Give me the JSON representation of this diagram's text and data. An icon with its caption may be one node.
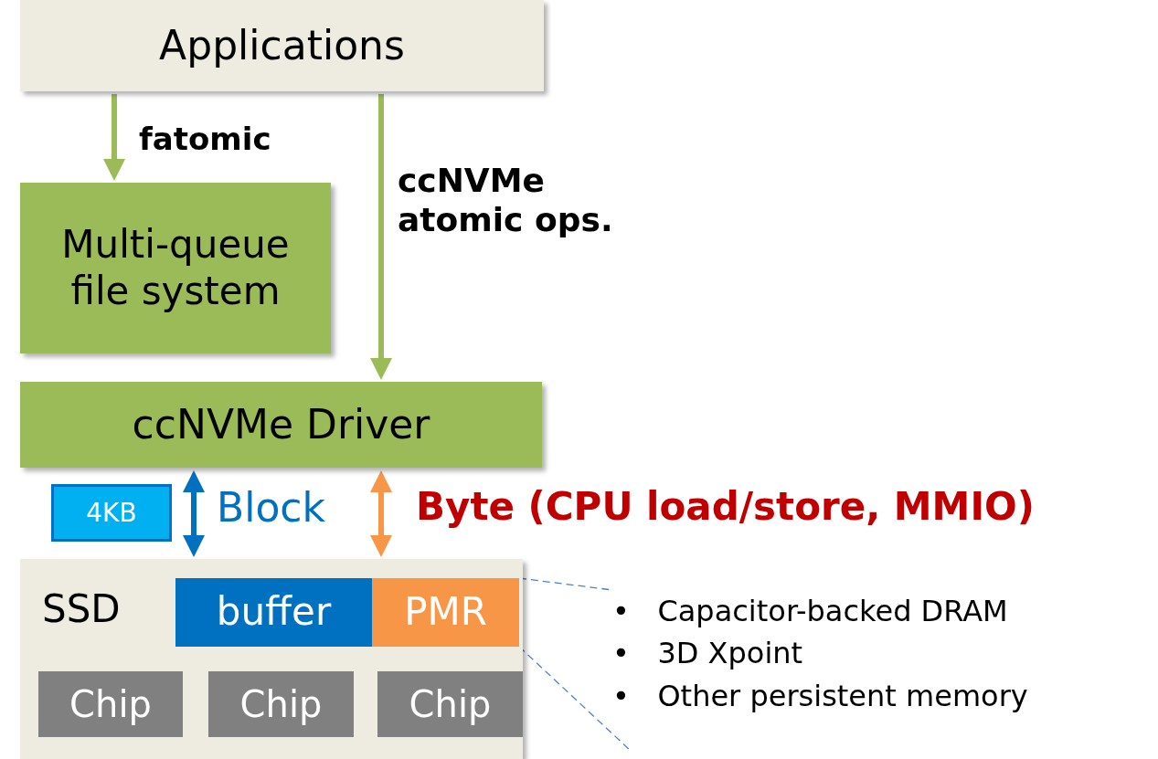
{
  "diagram": {
    "nodes": [
      {
        "text": [
          "Applications"
        ]
      },
      {
        "text": [
          "Multi-queue file system"
        ]
      },
      {
        "text": [
          "ccNVMe Driver"
        ]
      },
      {
        "text": [
          "SSD"
        ]
      },
      {
        "text": [
          "buffer"
        ],
        "in": 3
      },
      {
        "text": [
          "PMR"
        ],
        "in": 3
      },
      {
        "text": [
          "Chip"
        ],
        "in": 3
      },
      {
        "text": [
          "Chip"
        ],
        "in": 3
      },
      {
        "text": [
          "Chip"
        ],
        "in": 3
      },
      {
        "text": [
          "4KB"
        ]
      },
      {
        "text": [
          "•   Capacitor-backed DRAM",
          "•   3D Xpoint",
          "•   Other persistent memory"
        ]
      }
    ],
    "edges": [
      {
        "from": 0,
        "to": 1,
        "arrow": "to",
        "label": "fatomic"
      },
      {
        "from": 0,
        "to": 2,
        "arrow": "to",
        "label": "ccNVMe atomic ops."
      },
      {
        "from": 2,
        "to": 3,
        "arrow": "both",
        "label": "Block",
        "color": "#0070c0"
      },
      {
        "from": 2,
        "to": 3,
        "arrow": "both",
        "label": "Byte (CPU load/store, MMIO)",
        "color": "#f79646"
      },
      {
        "from": 5,
        "to": 10,
        "arrow": "none",
        "style": "dashed",
        "color": "#4f81bd"
      },
      {
        "from": 5,
        "to": 10,
        "arrow": "none",
        "style": "dashed",
        "color": "#4f81bd"
      }
    ]
  }
}
